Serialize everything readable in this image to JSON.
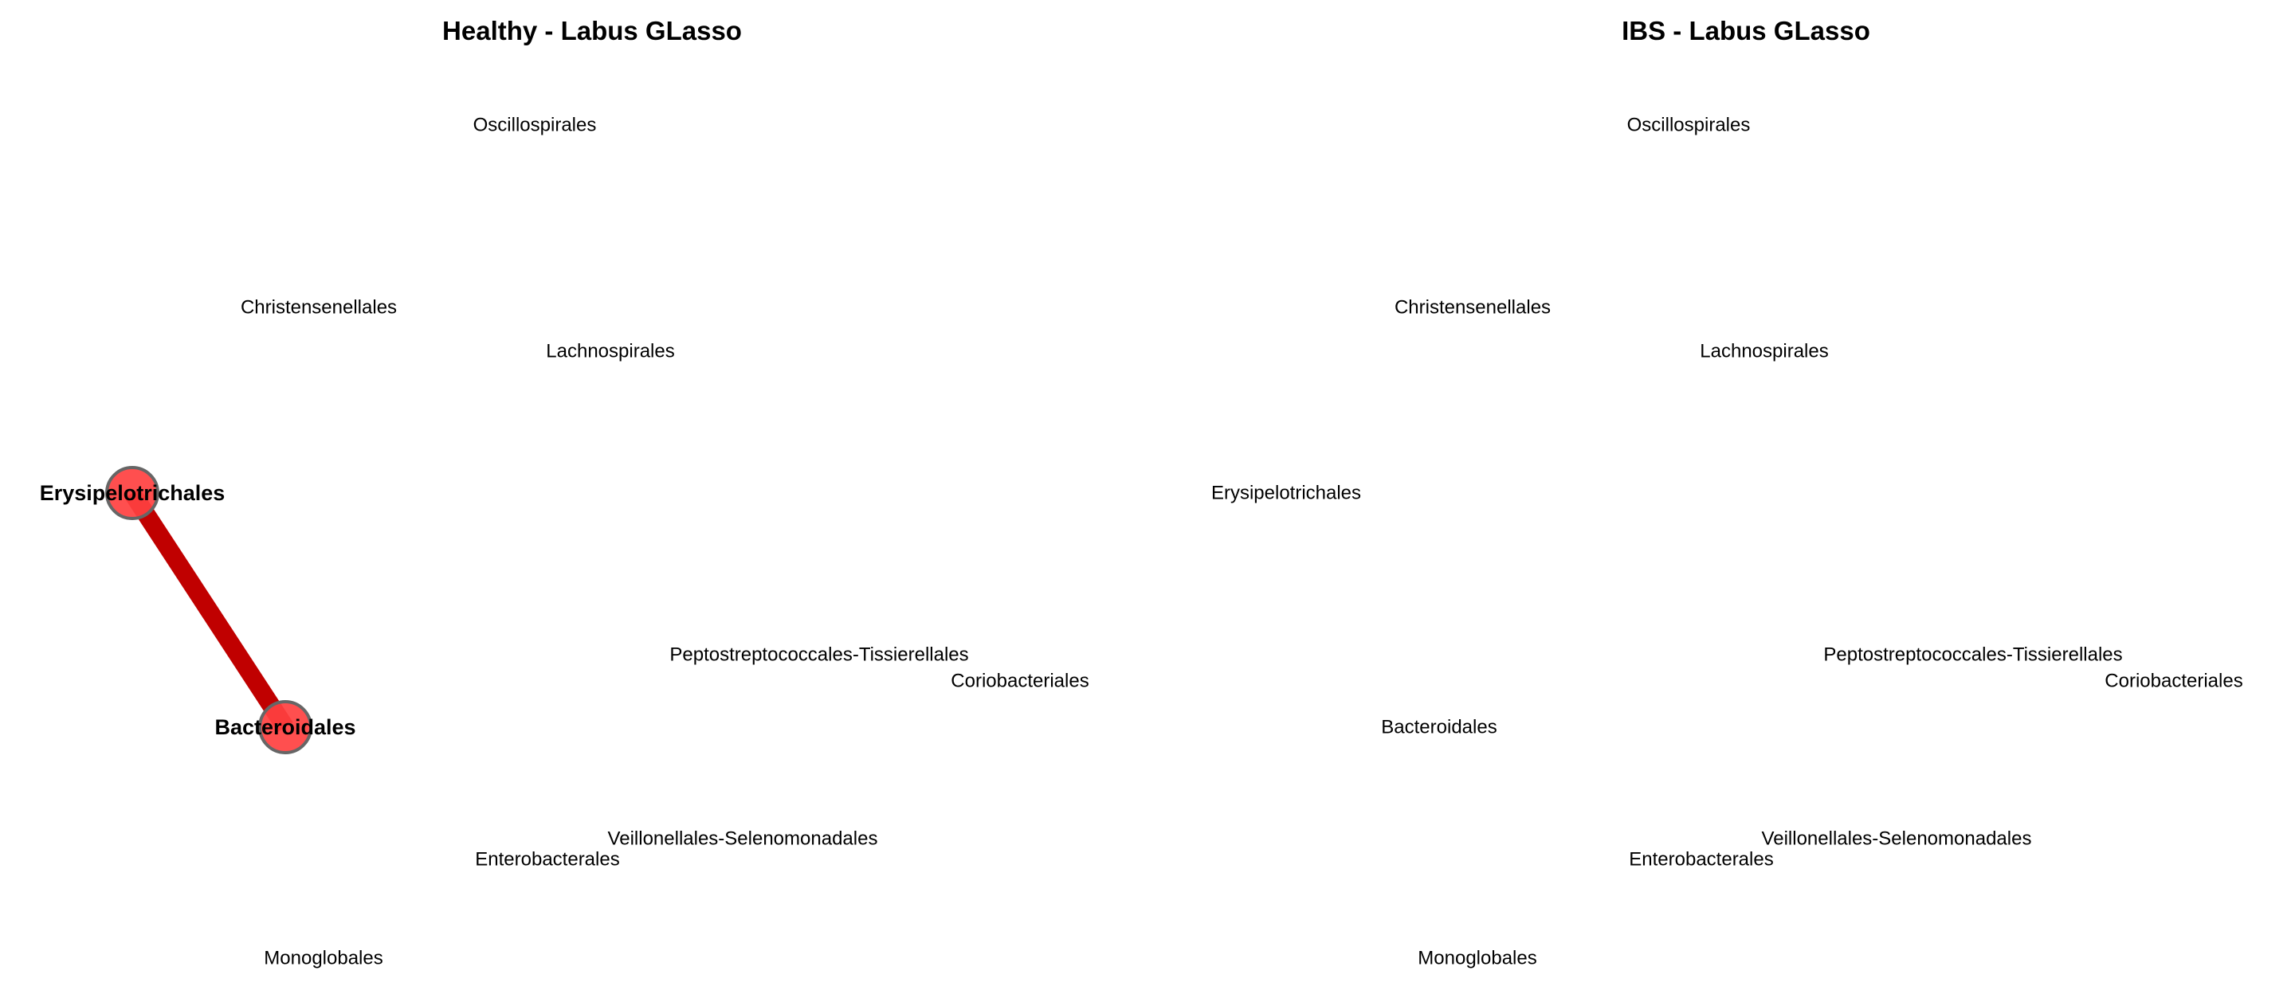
{
  "panels": [
    {
      "title": "Healthy - Labus GLasso",
      "nodes": [
        {
          "label": "Oscillospirales",
          "highlighted": false
        },
        {
          "label": "Christensenellales",
          "highlighted": false
        },
        {
          "label": "Lachnospirales",
          "highlighted": false
        },
        {
          "label": "Erysipelotrichales",
          "highlighted": true
        },
        {
          "label": "Peptostreptococcales-Tissierellales",
          "highlighted": false
        },
        {
          "label": "Coriobacteriales",
          "highlighted": false
        },
        {
          "label": "Bacteroidales",
          "highlighted": true
        },
        {
          "label": "Veillonellales-Selenomonadales",
          "highlighted": false
        },
        {
          "label": "Enterobacterales",
          "highlighted": false
        },
        {
          "label": "Monoglobales",
          "highlighted": false
        }
      ],
      "edges": [
        {
          "source": "Erysipelotrichales",
          "target": "Bacteroidales",
          "sign": "positive"
        }
      ]
    },
    {
      "title": "IBS - Labus GLasso",
      "nodes": [
        {
          "label": "Oscillospirales",
          "highlighted": false
        },
        {
          "label": "Christensenellales",
          "highlighted": false
        },
        {
          "label": "Lachnospirales",
          "highlighted": false
        },
        {
          "label": "Erysipelotrichales",
          "highlighted": false
        },
        {
          "label": "Peptostreptococcales-Tissierellales",
          "highlighted": false
        },
        {
          "label": "Coriobacteriales",
          "highlighted": false
        },
        {
          "label": "Bacteroidales",
          "highlighted": false
        },
        {
          "label": "Veillonellales-Selenomonadales",
          "highlighted": false
        },
        {
          "label": "Enterobacterales",
          "highlighted": false
        },
        {
          "label": "Monoglobales",
          "highlighted": false
        }
      ],
      "edges": []
    }
  ],
  "colors": {
    "edge_positive": "#c00000",
    "node_fill": "#ff4040",
    "node_stroke": "#666666",
    "text": "#000000"
  }
}
